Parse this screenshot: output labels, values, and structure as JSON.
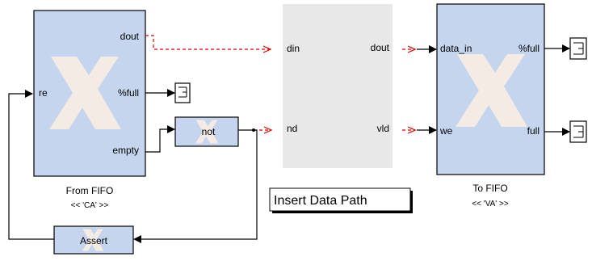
{
  "diagram": {
    "from_fifo": {
      "ports_in": [
        "re"
      ],
      "ports_out": [
        "dout",
        "%full",
        "empty"
      ],
      "caption": "From FIFO",
      "subcaption": "<< 'CA' >>"
    },
    "not_block": {
      "label": "not"
    },
    "assert_block": {
      "label": "Assert"
    },
    "data_path": {
      "ports_in": [
        "din",
        "nd"
      ],
      "ports_out": [
        "dout",
        "vld"
      ],
      "label": "Insert Data Path"
    },
    "to_fifo": {
      "ports_in": [
        "data_in",
        "we"
      ],
      "ports_out": [
        "%full",
        "full"
      ],
      "caption": "To FIFO",
      "subcaption": "<< 'VA' >>"
    },
    "colors": {
      "block_fill": "#c5d5ee",
      "block_stroke": "#000000",
      "logo_fill": "#f4ece4",
      "gray_fill": "#e8e8e8",
      "red_wire": "#e00000",
      "black_wire": "#000000"
    },
    "icons": [
      "xilinx-logo-icon",
      "terminator-icon"
    ]
  }
}
